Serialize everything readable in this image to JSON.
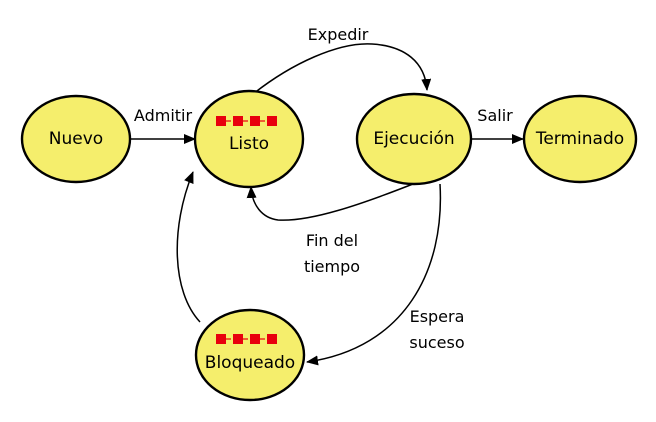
{
  "colors": {
    "node_fill": "#f5ee6c",
    "node_stroke": "#000000",
    "queue": "#e8000d"
  },
  "nodes": {
    "nuevo": {
      "label": "Nuevo"
    },
    "listo": {
      "label": "Listo",
      "queue_items": 4
    },
    "ejecucion": {
      "label": "Ejecución"
    },
    "terminado": {
      "label": "Terminado"
    },
    "bloqueado": {
      "label": "Bloqueado",
      "queue_items": 4
    }
  },
  "edges": {
    "admitir": {
      "from": "Nuevo",
      "to": "Listo",
      "label": "Admitir"
    },
    "expedir": {
      "from": "Listo",
      "to": "Ejecución",
      "label": "Expedir"
    },
    "salir": {
      "from": "Ejecución",
      "to": "Terminado",
      "label": "Salir"
    },
    "fin_tiempo": {
      "from": "Ejecución",
      "to": "Listo",
      "label_line1": "Fin del",
      "label_line2": "tiempo"
    },
    "espera": {
      "from": "Ejecución",
      "to": "Bloqueado",
      "label_line1": "Espera",
      "label_line2": "suceso"
    },
    "desbloqueo": {
      "from": "Bloqueado",
      "to": "Listo"
    }
  }
}
